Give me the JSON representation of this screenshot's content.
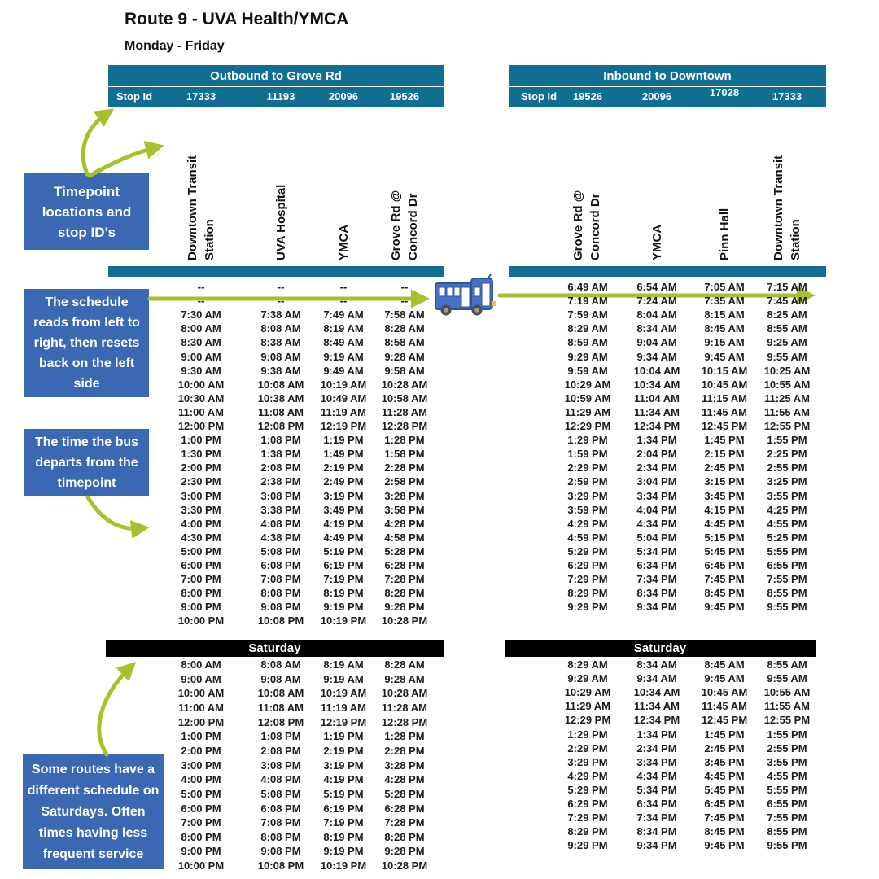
{
  "page": {
    "title": "Route 9 - UVA Health/YMCA",
    "subtitle": "Monday - Friday"
  },
  "colors": {
    "header_teal": "#116E93",
    "saturday_black": "#000000",
    "callout_blue": "#3A68B2",
    "arrow_green": "#A6C22B",
    "bus_blue": "#4472C4"
  },
  "outbound": {
    "direction_label": "Outbound to Grove Rd",
    "stop_id_label": "Stop Id",
    "stop_ids": [
      "17333",
      "11193",
      "20096",
      "19526"
    ],
    "stops": [
      "Downtown Transit Station",
      "UVA Hospital",
      "YMCA",
      "Grove Rd @ Concord Dr"
    ],
    "saturday_label": "Saturday",
    "weekday_rows": [
      [
        "--",
        "--",
        "--",
        "--"
      ],
      [
        "--",
        "--",
        "--",
        "--"
      ],
      [
        "7:30 AM",
        "7:38 AM",
        "7:49 AM",
        "7:58 AM"
      ],
      [
        "8:00 AM",
        "8:08 AM",
        "8:19 AM",
        "8:28 AM"
      ],
      [
        "8:30 AM",
        "8:38 AM",
        "8:49 AM",
        "8:58 AM"
      ],
      [
        "9:00 AM",
        "9:08 AM",
        "9:19 AM",
        "9:28 AM"
      ],
      [
        "9:30 AM",
        "9:38 AM",
        "9:49 AM",
        "9:58 AM"
      ],
      [
        "10:00 AM",
        "10:08 AM",
        "10:19 AM",
        "10:28 AM"
      ],
      [
        "10:30 AM",
        "10:38 AM",
        "10:49 AM",
        "10:58 AM"
      ],
      [
        "11:00 AM",
        "11:08 AM",
        "11:19 AM",
        "11:28 AM"
      ],
      [
        "12:00 PM",
        "12:08 PM",
        "12:19 PM",
        "12:28 PM"
      ],
      [
        "1:00 PM",
        "1:08 PM",
        "1:19 PM",
        "1:28 PM"
      ],
      [
        "1:30 PM",
        "1:38 PM",
        "1:49 PM",
        "1:58 PM"
      ],
      [
        "2:00 PM",
        "2:08 PM",
        "2:19 PM",
        "2:28 PM"
      ],
      [
        "2:30 PM",
        "2:38 PM",
        "2:49 PM",
        "2:58 PM"
      ],
      [
        "3:00 PM",
        "3:08 PM",
        "3:19 PM",
        "3:28 PM"
      ],
      [
        "3:30 PM",
        "3:38 PM",
        "3:49 PM",
        "3:58 PM"
      ],
      [
        "4:00 PM",
        "4:08 PM",
        "4:19 PM",
        "4:28 PM"
      ],
      [
        "4:30 PM",
        "4:38 PM",
        "4:49 PM",
        "4:58 PM"
      ],
      [
        "5:00 PM",
        "5:08 PM",
        "5:19 PM",
        "5:28 PM"
      ],
      [
        "6:00 PM",
        "6:08 PM",
        "6:19 PM",
        "6:28 PM"
      ],
      [
        "7:00 PM",
        "7:08 PM",
        "7:19 PM",
        "7:28 PM"
      ],
      [
        "8:00 PM",
        "8:08 PM",
        "8:19 PM",
        "8:28 PM"
      ],
      [
        "9:00 PM",
        "9:08 PM",
        "9:19 PM",
        "9:28 PM"
      ],
      [
        "10:00 PM",
        "10:08 PM",
        "10:19 PM",
        "10:28 PM"
      ]
    ],
    "saturday_rows": [
      [
        "8:00 AM",
        "8:08 AM",
        "8:19 AM",
        "8:28 AM"
      ],
      [
        "9:00 AM",
        "9:08 AM",
        "9:19 AM",
        "9:28 AM"
      ],
      [
        "10:00 AM",
        "10:08 AM",
        "10:19 AM",
        "10:28 AM"
      ],
      [
        "11:00 AM",
        "11:08 AM",
        "11:19 AM",
        "11:28 AM"
      ],
      [
        "12:00 PM",
        "12:08 PM",
        "12:19 PM",
        "12:28 PM"
      ],
      [
        "1:00 PM",
        "1:08 PM",
        "1:19 PM",
        "1:28 PM"
      ],
      [
        "2:00 PM",
        "2:08 PM",
        "2:19 PM",
        "2:28 PM"
      ],
      [
        "3:00 PM",
        "3:08 PM",
        "3:19 PM",
        "3:28 PM"
      ],
      [
        "4:00 PM",
        "4:08 PM",
        "4:19 PM",
        "4:28 PM"
      ],
      [
        "5:00 PM",
        "5:08 PM",
        "5:19 PM",
        "5:28 PM"
      ],
      [
        "6:00 PM",
        "6:08 PM",
        "6:19 PM",
        "6:28 PM"
      ],
      [
        "7:00 PM",
        "7:08 PM",
        "7:19 PM",
        "7:28 PM"
      ],
      [
        "8:00 PM",
        "8:08 PM",
        "8:19 PM",
        "8:28 PM"
      ],
      [
        "9:00 PM",
        "9:08 PM",
        "9:19 PM",
        "9:28 PM"
      ],
      [
        "10:00 PM",
        "10:08 PM",
        "10:19 PM",
        "10:28 PM"
      ]
    ]
  },
  "inbound": {
    "direction_label": "Inbound to Downtown",
    "stop_id_label": "Stop Id",
    "stop_ids": [
      "19526",
      "20096",
      "17028",
      "17333"
    ],
    "stops": [
      "Grove Rd @ Concord Dr",
      "YMCA",
      "Pinn Hall",
      "Downtown Transit Station"
    ],
    "saturday_label": "Saturday",
    "weekday_rows": [
      [
        "6:49 AM",
        "6:54 AM",
        "7:05 AM",
        "7:15 AM"
      ],
      [
        "7:19 AM",
        "7:24 AM",
        "7:35 AM",
        "7:45 AM"
      ],
      [
        "7:59 AM",
        "8:04 AM",
        "8:15 AM",
        "8:25 AM"
      ],
      [
        "8:29 AM",
        "8:34 AM",
        "8:45 AM",
        "8:55 AM"
      ],
      [
        "8:59 AM",
        "9:04 AM",
        "9:15 AM",
        "9:25 AM"
      ],
      [
        "9:29 AM",
        "9:34 AM",
        "9:45 AM",
        "9:55 AM"
      ],
      [
        "9:59 AM",
        "10:04 AM",
        "10:15 AM",
        "10:25 AM"
      ],
      [
        "10:29 AM",
        "10:34 AM",
        "10:45 AM",
        "10:55 AM"
      ],
      [
        "10:59 AM",
        "11:04 AM",
        "11:15 AM",
        "11:25 AM"
      ],
      [
        "11:29 AM",
        "11:34 AM",
        "11:45 AM",
        "11:55 AM"
      ],
      [
        "12:29 PM",
        "12:34 PM",
        "12:45 PM",
        "12:55 PM"
      ],
      [
        "1:29 PM",
        "1:34 PM",
        "1:45 PM",
        "1:55 PM"
      ],
      [
        "1:59 PM",
        "2:04 PM",
        "2:15 PM",
        "2:25 PM"
      ],
      [
        "2:29 PM",
        "2:34 PM",
        "2:45 PM",
        "2:55 PM"
      ],
      [
        "2:59 PM",
        "3:04 PM",
        "3:15 PM",
        "3:25 PM"
      ],
      [
        "3:29 PM",
        "3:34 PM",
        "3:45 PM",
        "3:55 PM"
      ],
      [
        "3:59 PM",
        "4:04 PM",
        "4:15 PM",
        "4:25 PM"
      ],
      [
        "4:29 PM",
        "4:34 PM",
        "4:45 PM",
        "4:55 PM"
      ],
      [
        "4:59 PM",
        "5:04 PM",
        "5:15 PM",
        "5:25 PM"
      ],
      [
        "5:29 PM",
        "5:34 PM",
        "5:45 PM",
        "5:55 PM"
      ],
      [
        "6:29 PM",
        "6:34 PM",
        "6:45 PM",
        "6:55 PM"
      ],
      [
        "7:29 PM",
        "7:34 PM",
        "7:45 PM",
        "7:55 PM"
      ],
      [
        "8:29 PM",
        "8:34 PM",
        "8:45 PM",
        "8:55 PM"
      ],
      [
        "9:29 PM",
        "9:34 PM",
        "9:45 PM",
        "9:55 PM"
      ]
    ],
    "saturday_rows": [
      [
        "8:29 AM",
        "8:34 AM",
        "8:45 AM",
        "8:55 AM"
      ],
      [
        "9:29 AM",
        "9:34 AM",
        "9:45 AM",
        "9:55 AM"
      ],
      [
        "10:29 AM",
        "10:34 AM",
        "10:45 AM",
        "10:55 AM"
      ],
      [
        "11:29 AM",
        "11:34 AM",
        "11:45 AM",
        "11:55 AM"
      ],
      [
        "12:29 PM",
        "12:34 PM",
        "12:45 PM",
        "12:55 PM"
      ],
      [
        "1:29 PM",
        "1:34 PM",
        "1:45 PM",
        "1:55 PM"
      ],
      [
        "2:29 PM",
        "2:34 PM",
        "2:45 PM",
        "2:55 PM"
      ],
      [
        "3:29 PM",
        "3:34 PM",
        "3:45 PM",
        "3:55 PM"
      ],
      [
        "4:29 PM",
        "4:34 PM",
        "4:45 PM",
        "4:55 PM"
      ],
      [
        "5:29 PM",
        "5:34 PM",
        "5:45 PM",
        "5:55 PM"
      ],
      [
        "6:29 PM",
        "6:34 PM",
        "6:45 PM",
        "6:55 PM"
      ],
      [
        "7:29 PM",
        "7:34 PM",
        "7:45 PM",
        "7:55 PM"
      ],
      [
        "8:29 PM",
        "8:34 PM",
        "8:45 PM",
        "8:55 PM"
      ],
      [
        "9:29 PM",
        "9:34 PM",
        "9:45 PM",
        "9:55 PM"
      ]
    ]
  },
  "callouts": {
    "timepoint_note": "Timepoint locations and stop ID’s",
    "reading_note": "The schedule reads from left to right, then resets back on the left side",
    "departure_note": "The time the bus departs from the timepoint",
    "saturday_note": "Some routes have a different schedule on Saturdays. Often times having less frequent service"
  }
}
